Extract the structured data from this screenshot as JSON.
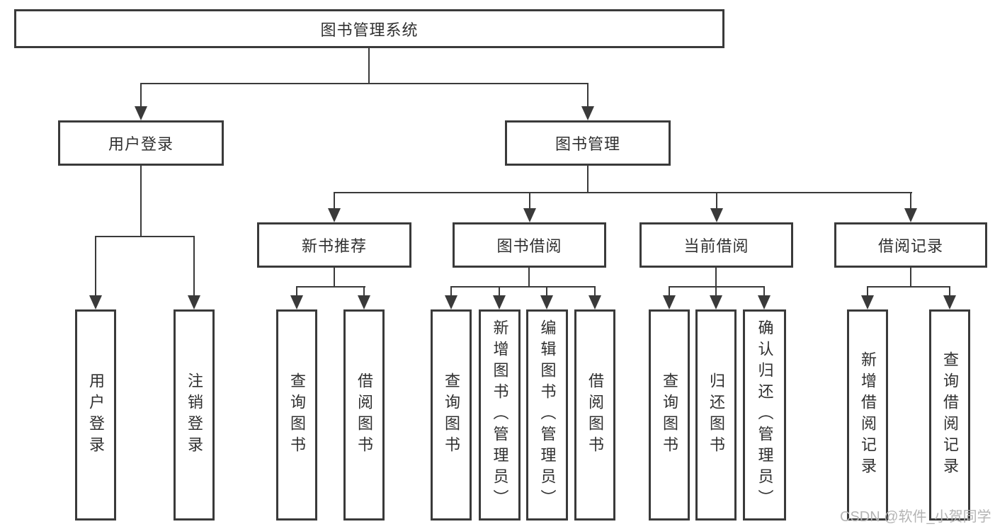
{
  "colors": {
    "line": "#3a3a3a",
    "text": "#303030",
    "watermark": "#b4b4b4",
    "background": "#ffffff"
  },
  "watermark": {
    "text": "CSDN @软件_小贺同学"
  },
  "tree": {
    "label": "图书管理系统",
    "children": [
      {
        "label": "用户登录",
        "children": [
          {
            "label": "用户登录"
          },
          {
            "label": "注销登录"
          }
        ]
      },
      {
        "label": "图书管理",
        "children": [
          {
            "label": "新书推荐",
            "children": [
              {
                "label": "查询图书"
              },
              {
                "label": "借阅图书"
              }
            ]
          },
          {
            "label": "图书借阅",
            "children": [
              {
                "label": "查询图书"
              },
              {
                "label": "新增图书（管理员）"
              },
              {
                "label": "编辑图书（管理员）"
              },
              {
                "label": "借阅图书"
              }
            ]
          },
          {
            "label": "当前借阅",
            "children": [
              {
                "label": "查询图书"
              },
              {
                "label": "归还图书"
              },
              {
                "label": "确认归还（管理员）"
              }
            ]
          },
          {
            "label": "借阅记录",
            "children": [
              {
                "label": "新增借阅记录"
              },
              {
                "label": "查询借阅记录"
              }
            ]
          }
        ]
      }
    ]
  }
}
